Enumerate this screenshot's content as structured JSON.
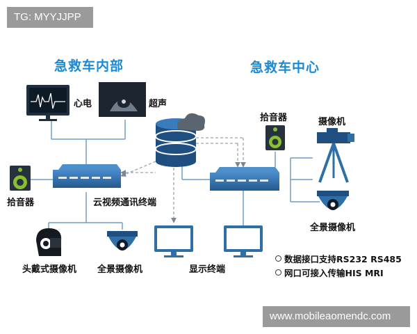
{
  "watermark": {
    "top": "TG: MYYJJPP",
    "bottom": "www.mobileaomendc.com"
  },
  "headings": {
    "interior": "急救车内部",
    "center": "急救车中心"
  },
  "labels": {
    "ecg": "心电",
    "ultrasound": "超声",
    "mic_left": "拾音器",
    "mic_right": "拾音器",
    "camera_tripod": "摄像机",
    "terminal": "云视频通讯终端",
    "helmet_camera": "头戴式摄像机",
    "dome_left": "全景摄像机",
    "dome_right": "全景摄像机",
    "display": "显示终端"
  },
  "notes": [
    "数据接口支持RS232 RS485",
    "网口可接入传输HIS MRI"
  ],
  "colors": {
    "accent": "#1a8ad6",
    "device_blue": "#2e6fa7",
    "line_blue": "#3a78b0",
    "dashed_gray": "#9aa3ad"
  }
}
